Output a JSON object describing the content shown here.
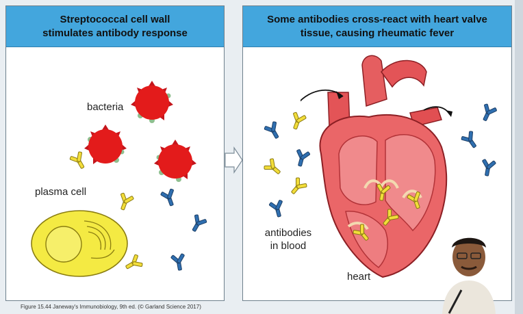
{
  "left_panel": {
    "title_line1": "Streptococcal cell wall",
    "title_line2": "stimulates antibody response",
    "label_bacteria": "bacteria",
    "label_plasma_cell": "plasma cell"
  },
  "right_panel": {
    "title_line1": "Some antibodies cross-react with heart valve",
    "title_line2": "tissue, causing rheumatic fever",
    "label_antibodies_line1": "antibodies",
    "label_antibodies_line2": "in blood",
    "label_heart": "heart"
  },
  "caption": "Figure 15.44 Janeway's Immunobiology, 9th ed. (© Garland Science 2017)",
  "colors": {
    "header_blue": "#43a6dd",
    "bacteria_red": "#e31b1b",
    "antibody_yellow": "#f2dd3a",
    "antibody_blue": "#2f6fb0",
    "heart_red": "#e8585a",
    "plasma_yellow": "#f4ea43"
  }
}
